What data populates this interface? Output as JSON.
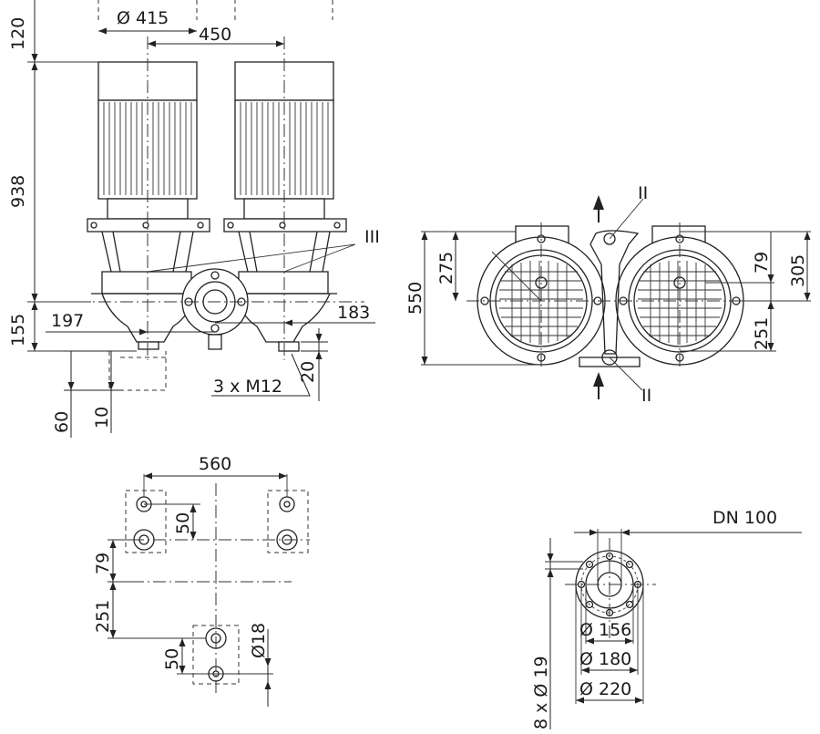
{
  "side_view": {
    "dim_diameter_motor": "Ø 415",
    "dim_center_distance": "450",
    "dim_top_clearance": "120",
    "dim_motor_height": "938",
    "dim_base_height": "155",
    "dim_flange_offset": "197",
    "dim_foot_offset": "183",
    "dim_foot_height": "20",
    "dim_bolts": "3 x M12",
    "dim_60": "60",
    "dim_10": "10",
    "detail_marker": "III"
  },
  "top_view": {
    "dim_total_depth": "550",
    "dim_275": "275",
    "dim_79": "79",
    "dim_305": "305",
    "dim_251": "251",
    "detail_marker_top": "II",
    "detail_marker_bottom": "II"
  },
  "foot_plan": {
    "dim_560": "560",
    "dim_50_top": "50",
    "dim_79": "79",
    "dim_251": "251",
    "dim_50_bottom": "50",
    "dim_hole": "Ø18"
  },
  "flange_detail": {
    "nominal": "DN 100",
    "dim_156": "Ø 156",
    "dim_180": "Ø 180",
    "dim_220": "Ø 220",
    "dim_holes": "8 x Ø 19"
  }
}
